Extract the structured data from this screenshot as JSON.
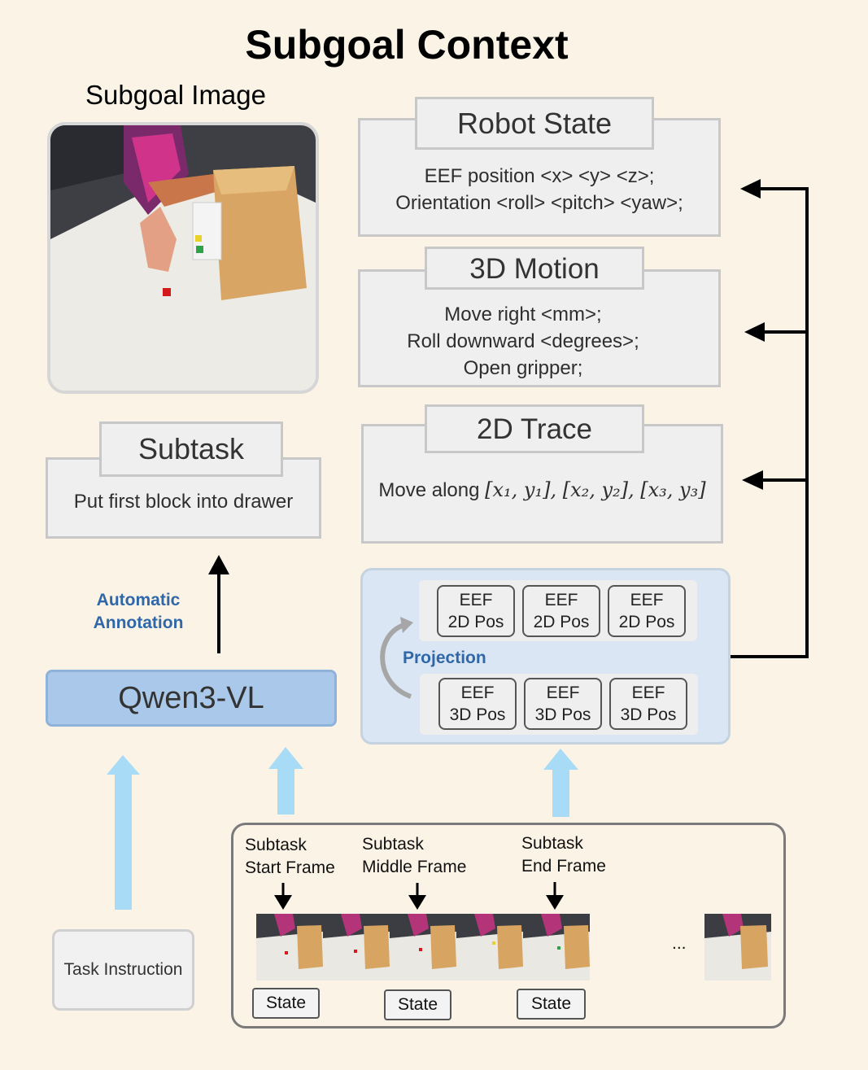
{
  "title": "Subgoal Context",
  "subgoal_image_label": "Subgoal Image",
  "robot_state": {
    "title": "Robot State",
    "lines": [
      "EEF position <x> <y>  <z>;",
      "Orientation <roll> <pitch>  <yaw>;"
    ]
  },
  "motion_3d": {
    "title": "3D Motion",
    "lines": [
      "Move right <mm>;",
      "Roll downward <degrees>;",
      "Open gripper;"
    ]
  },
  "trace_2d": {
    "title": "2D Trace",
    "text_prefix": "Move along ",
    "points": "[x₁, y₁], [x₂, y₂], [x₃, y₃]"
  },
  "subtask": {
    "title": "Subtask",
    "text": "Put first block into drawer"
  },
  "automatic_annotation": [
    "Automatic",
    "Annotation"
  ],
  "model": "Qwen3-VL",
  "projection": {
    "label": "Projection",
    "row_2d": [
      [
        "EEF",
        "2D Pos"
      ],
      [
        "EEF",
        "2D Pos"
      ],
      [
        "EEF",
        "2D Pos"
      ]
    ],
    "row_3d": [
      [
        "EEF",
        "3D Pos"
      ],
      [
        "EEF",
        "3D Pos"
      ],
      [
        "EEF",
        "3D Pos"
      ]
    ]
  },
  "task_instruction": "Task Instruction",
  "frames": {
    "labels": [
      [
        "Subtask",
        "Start Frame"
      ],
      [
        "Subtask",
        "Middle Frame"
      ],
      [
        "Subtask",
        "End Frame"
      ]
    ],
    "state_labels": [
      "State",
      "State",
      "State"
    ],
    "ellipsis": "..."
  },
  "colors": {
    "background": "#faf3e6",
    "accent_blue_text": "#2f67a8",
    "model_fill": "#a9c8ea",
    "light_arrow": "#a8dbf6",
    "projection_fill": "#dae6f3"
  }
}
